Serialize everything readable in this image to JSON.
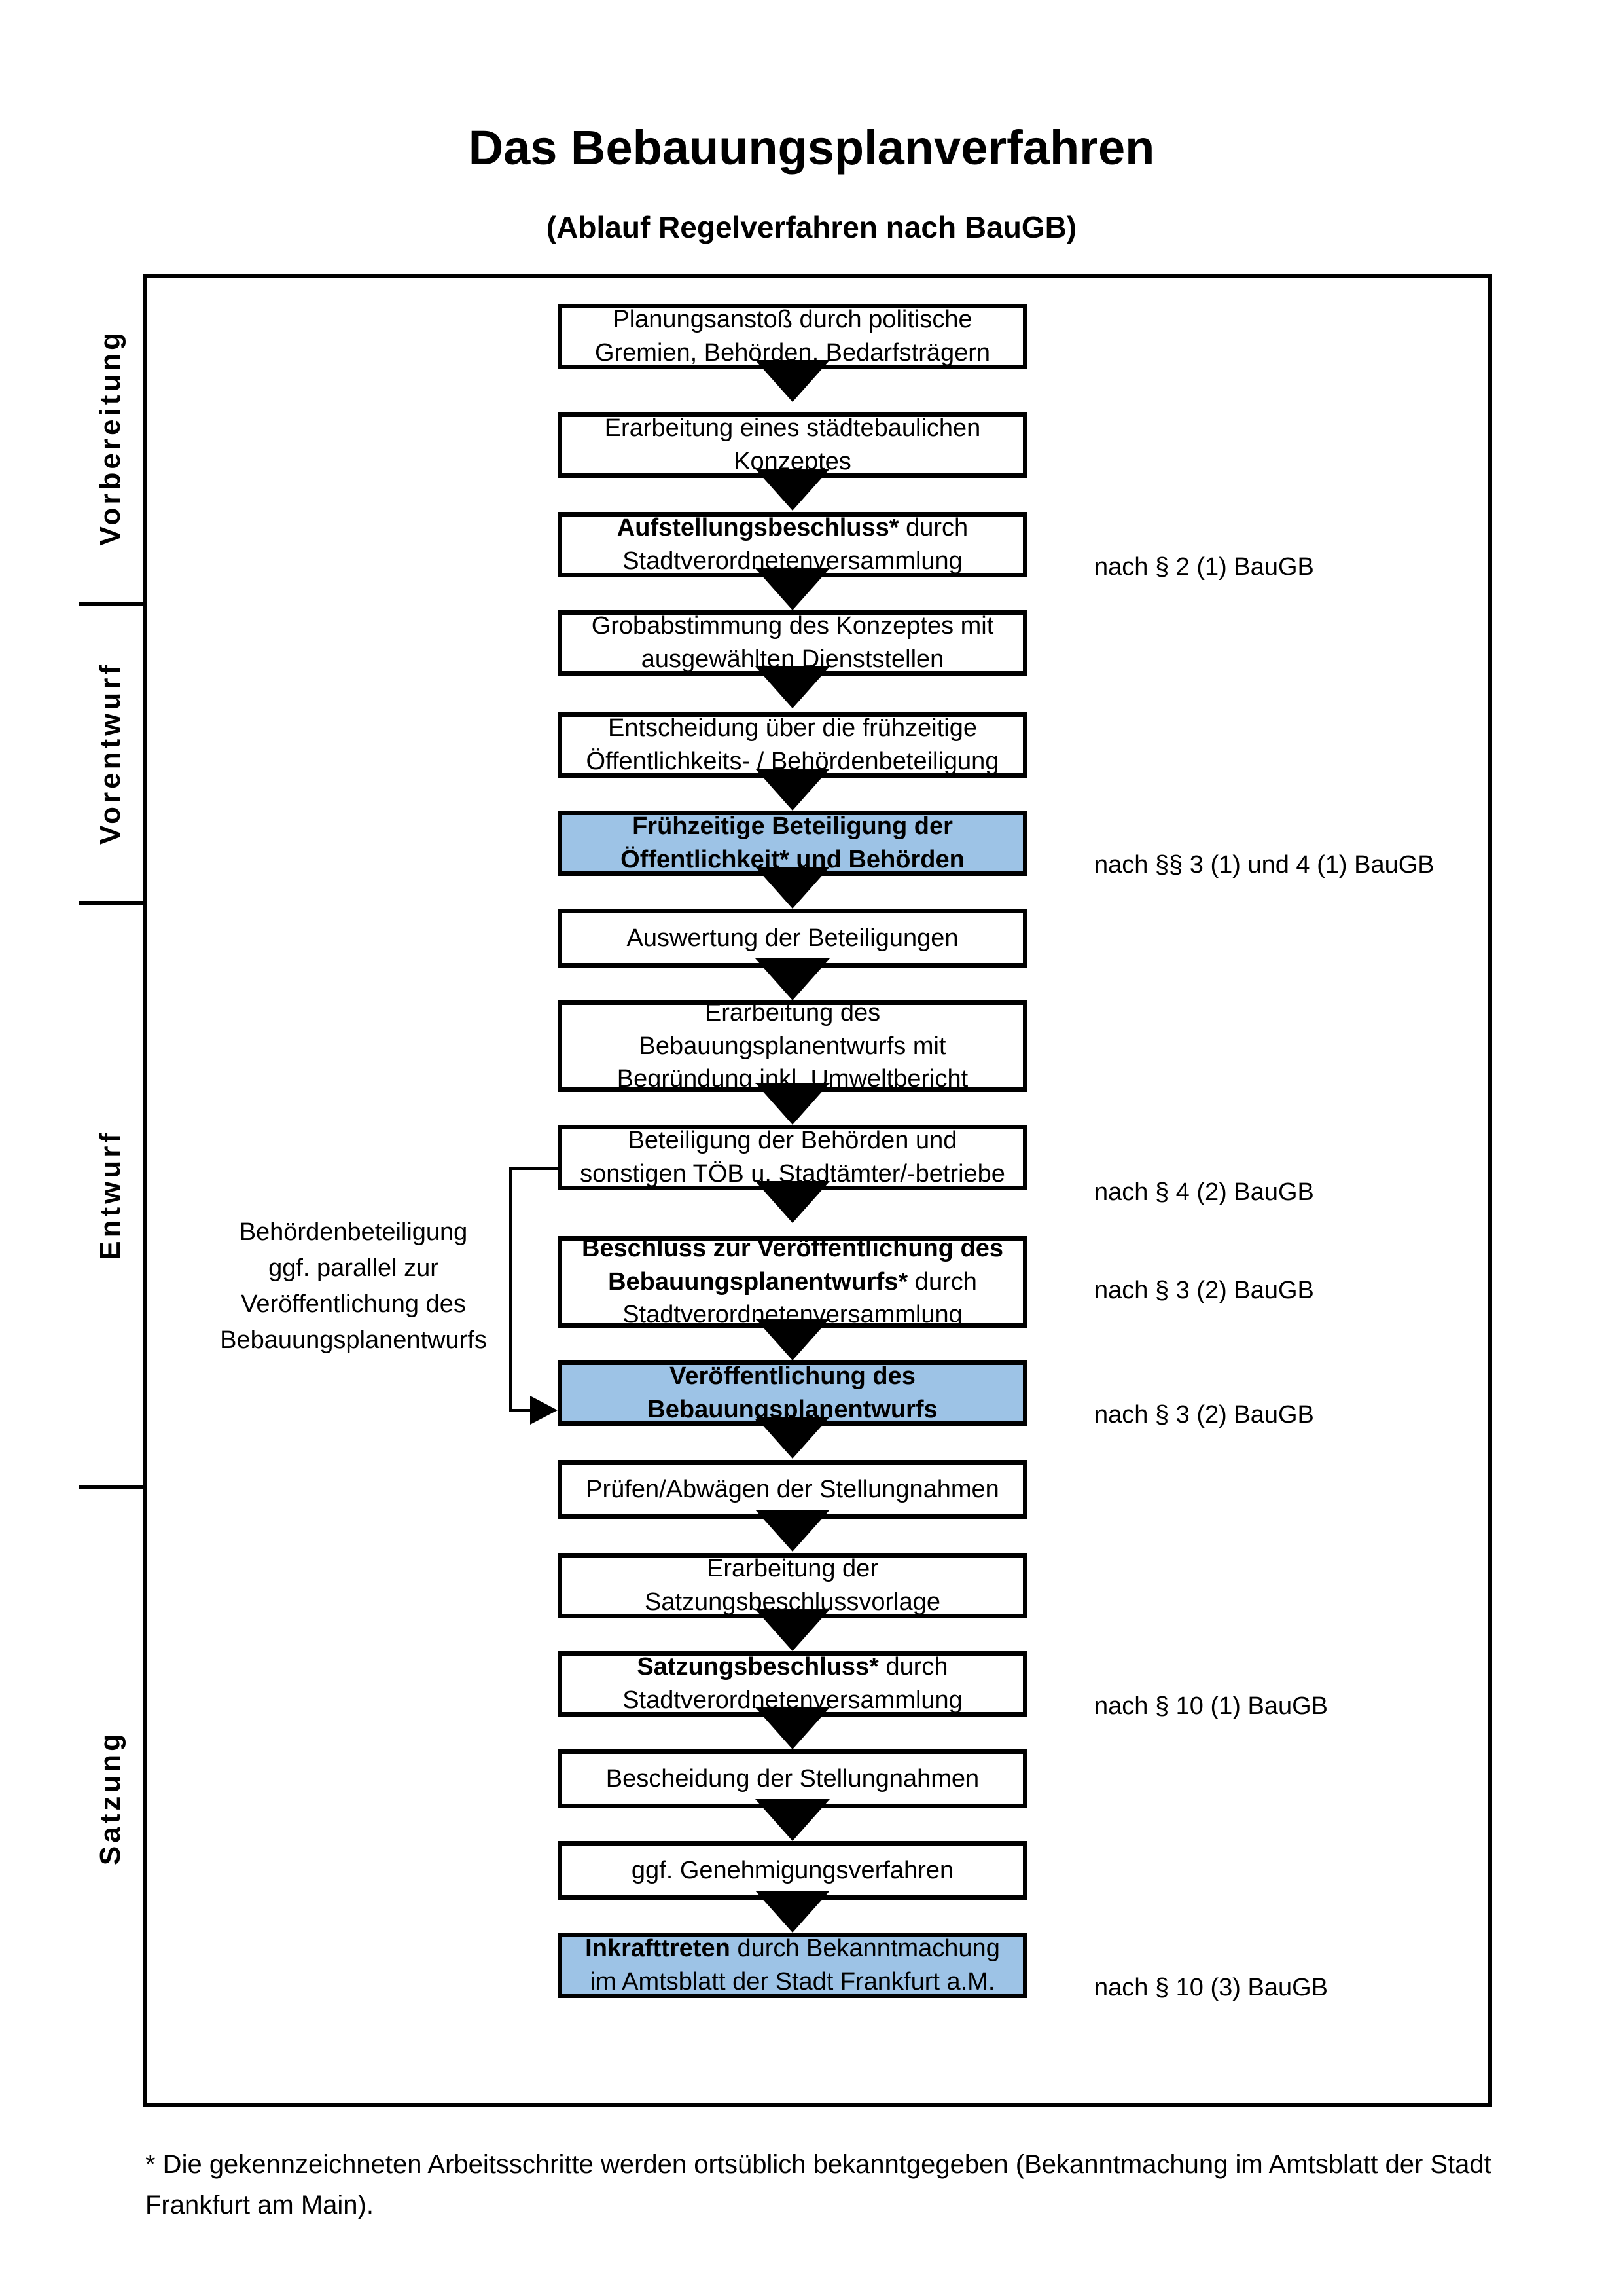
{
  "header": {
    "title": "Das Bebauungsplanverfahren",
    "subtitle": "(Ablauf Regelverfahren nach BauGB)"
  },
  "colors": {
    "band_vorbereitung": "#f0f0f0",
    "band_vorentwurf": "#e5e5e5",
    "band_entwurf": "#d9d9d9",
    "band_satzung": "#bfbfbf",
    "highlight_blue": "#9dc3e6",
    "box_border": "#000000",
    "box_fill": "#ffffff"
  },
  "stages": [
    {
      "label": "Vorbereitung"
    },
    {
      "label": "Vorentwurf"
    },
    {
      "label": "Entwurf"
    },
    {
      "label": "Satzung"
    }
  ],
  "steps": [
    {
      "id": "planungsanstoss",
      "lines": [
        {
          "text": "Planungsanstoß durch politische",
          "bold": false
        },
        {
          "text": "Gremien, Behörden, Bedarfsträgern",
          "bold": false
        }
      ],
      "highlight": false
    },
    {
      "id": "staedtebauliches-konzept",
      "lines": [
        {
          "text": "Erarbeitung eines städtebaulichen",
          "bold": false
        },
        {
          "text": "Konzeptes",
          "bold": false
        }
      ],
      "highlight": false
    },
    {
      "id": "aufstellungsbeschluss",
      "lines": [
        {
          "text": "Aufstellungsbeschluss*",
          "bold": true,
          "suffix": " durch"
        },
        {
          "text": "Stadtverordnetenversammlung",
          "bold": false
        }
      ],
      "highlight": false
    },
    {
      "id": "grobabstimmung",
      "lines": [
        {
          "text": "Grobabstimmung des Konzeptes mit",
          "bold": false
        },
        {
          "text": "ausgewählten Dienststellen",
          "bold": false
        }
      ],
      "highlight": false
    },
    {
      "id": "entscheidung-fruehzeitige-beteiligung",
      "lines": [
        {
          "text": "Entscheidung über die frühzeitige",
          "bold": false
        },
        {
          "text": "Öffentlichkeits- / Behördenbeteiligung",
          "bold": false
        }
      ],
      "highlight": false
    },
    {
      "id": "fruehzeitige-beteiligung",
      "lines": [
        {
          "text": "Frühzeitige Beteiligung der",
          "bold": true
        },
        {
          "text": "Öffentlichkeit* und Behörden",
          "bold": true
        }
      ],
      "highlight": true
    },
    {
      "id": "auswertung-beteiligungen",
      "lines": [
        {
          "text": "Auswertung der Beteiligungen",
          "bold": false
        }
      ],
      "highlight": false
    },
    {
      "id": "erarbeitung-bebauungsplanentwurf",
      "lines": [
        {
          "text": "Erarbeitung des",
          "bold": false
        },
        {
          "text": "Bebauungsplanentwurfs mit",
          "bold": false
        },
        {
          "text": "Begründung inkl. Umweltbericht",
          "bold": false
        }
      ],
      "highlight": false
    },
    {
      "id": "beteiligung-behoerden-toeb",
      "lines": [
        {
          "text": "Beteiligung der Behörden und",
          "bold": false
        },
        {
          "text": "sonstigen TÖB u. Stadtämter/-betriebe",
          "bold": false
        }
      ],
      "highlight": false
    },
    {
      "id": "beschluss-veroeffentlichung",
      "lines": [
        {
          "text": "Beschluss zur Veröffentlichung des",
          "bold": true
        },
        {
          "text": "Bebauungsplanentwurfs*",
          "bold": true,
          "suffix": " durch"
        },
        {
          "text": "Stadtverordnetenversammlung",
          "bold": false
        }
      ],
      "highlight": false
    },
    {
      "id": "veroeffentlichung-entwurf",
      "lines": [
        {
          "text": "Veröffentlichung des",
          "bold": true
        },
        {
          "text": "Bebauungsplanentwurfs",
          "bold": true
        }
      ],
      "highlight": true
    },
    {
      "id": "pruefen-abwaegen",
      "lines": [
        {
          "text": "Prüfen/Abwägen der Stellungnahmen",
          "bold": false
        }
      ],
      "highlight": false
    },
    {
      "id": "erarbeitung-satzungsbeschlussvorlage",
      "lines": [
        {
          "text": "Erarbeitung der",
          "bold": false
        },
        {
          "text": "Satzungsbeschlussvorlage",
          "bold": false
        }
      ],
      "highlight": false
    },
    {
      "id": "satzungsbeschluss",
      "lines": [
        {
          "text": "Satzungsbeschluss*",
          "bold": true,
          "suffix": " durch"
        },
        {
          "text": "Stadtverordnetenversammlung",
          "bold": false
        }
      ],
      "highlight": false
    },
    {
      "id": "bescheidung-stellungnahmen",
      "lines": [
        {
          "text": "Bescheidung der Stellungnahmen",
          "bold": false
        }
      ],
      "highlight": false
    },
    {
      "id": "genehmigungsverfahren",
      "lines": [
        {
          "text": "ggf. Genehmigungsverfahren",
          "bold": false
        }
      ],
      "highlight": false
    },
    {
      "id": "inkrafttreten",
      "lines": [
        {
          "text": "Inkrafttreten",
          "bold": true,
          "suffix": " durch Bekanntmachung"
        },
        {
          "text": "im Amtsblatt der Stadt Frankfurt a.M.",
          "bold": false
        }
      ],
      "highlight": true
    }
  ],
  "legal_refs": [
    {
      "id": "ref-par2-1",
      "text": "nach § 2 (1) BauGB"
    },
    {
      "id": "ref-par3-1-4-1",
      "text": "nach §§ 3 (1) und 4 (1) BauGB"
    },
    {
      "id": "ref-par4-2",
      "text": "nach § 4 (2) BauGB"
    },
    {
      "id": "ref-par3-2-a",
      "text": "nach § 3 (2) BauGB"
    },
    {
      "id": "ref-par3-2-b",
      "text": "nach § 3 (2) BauGB"
    },
    {
      "id": "ref-par10-1",
      "text": "nach § 10 (1) BauGB"
    },
    {
      "id": "ref-par10-3",
      "text": "nach § 10 (3) BauGB"
    }
  ],
  "sidenote": {
    "lines": [
      "Behördenbeteiligung",
      "ggf. parallel zur",
      "Veröffentlichung des",
      "Bebauungsplanentwurfs"
    ]
  },
  "footnote": {
    "text": "* Die gekennzeichneten Arbeitsschritte werden ortsüblich bekanntgegeben (Bekanntmachung im Amtsblatt  der Stadt Frankfurt am Main)."
  }
}
